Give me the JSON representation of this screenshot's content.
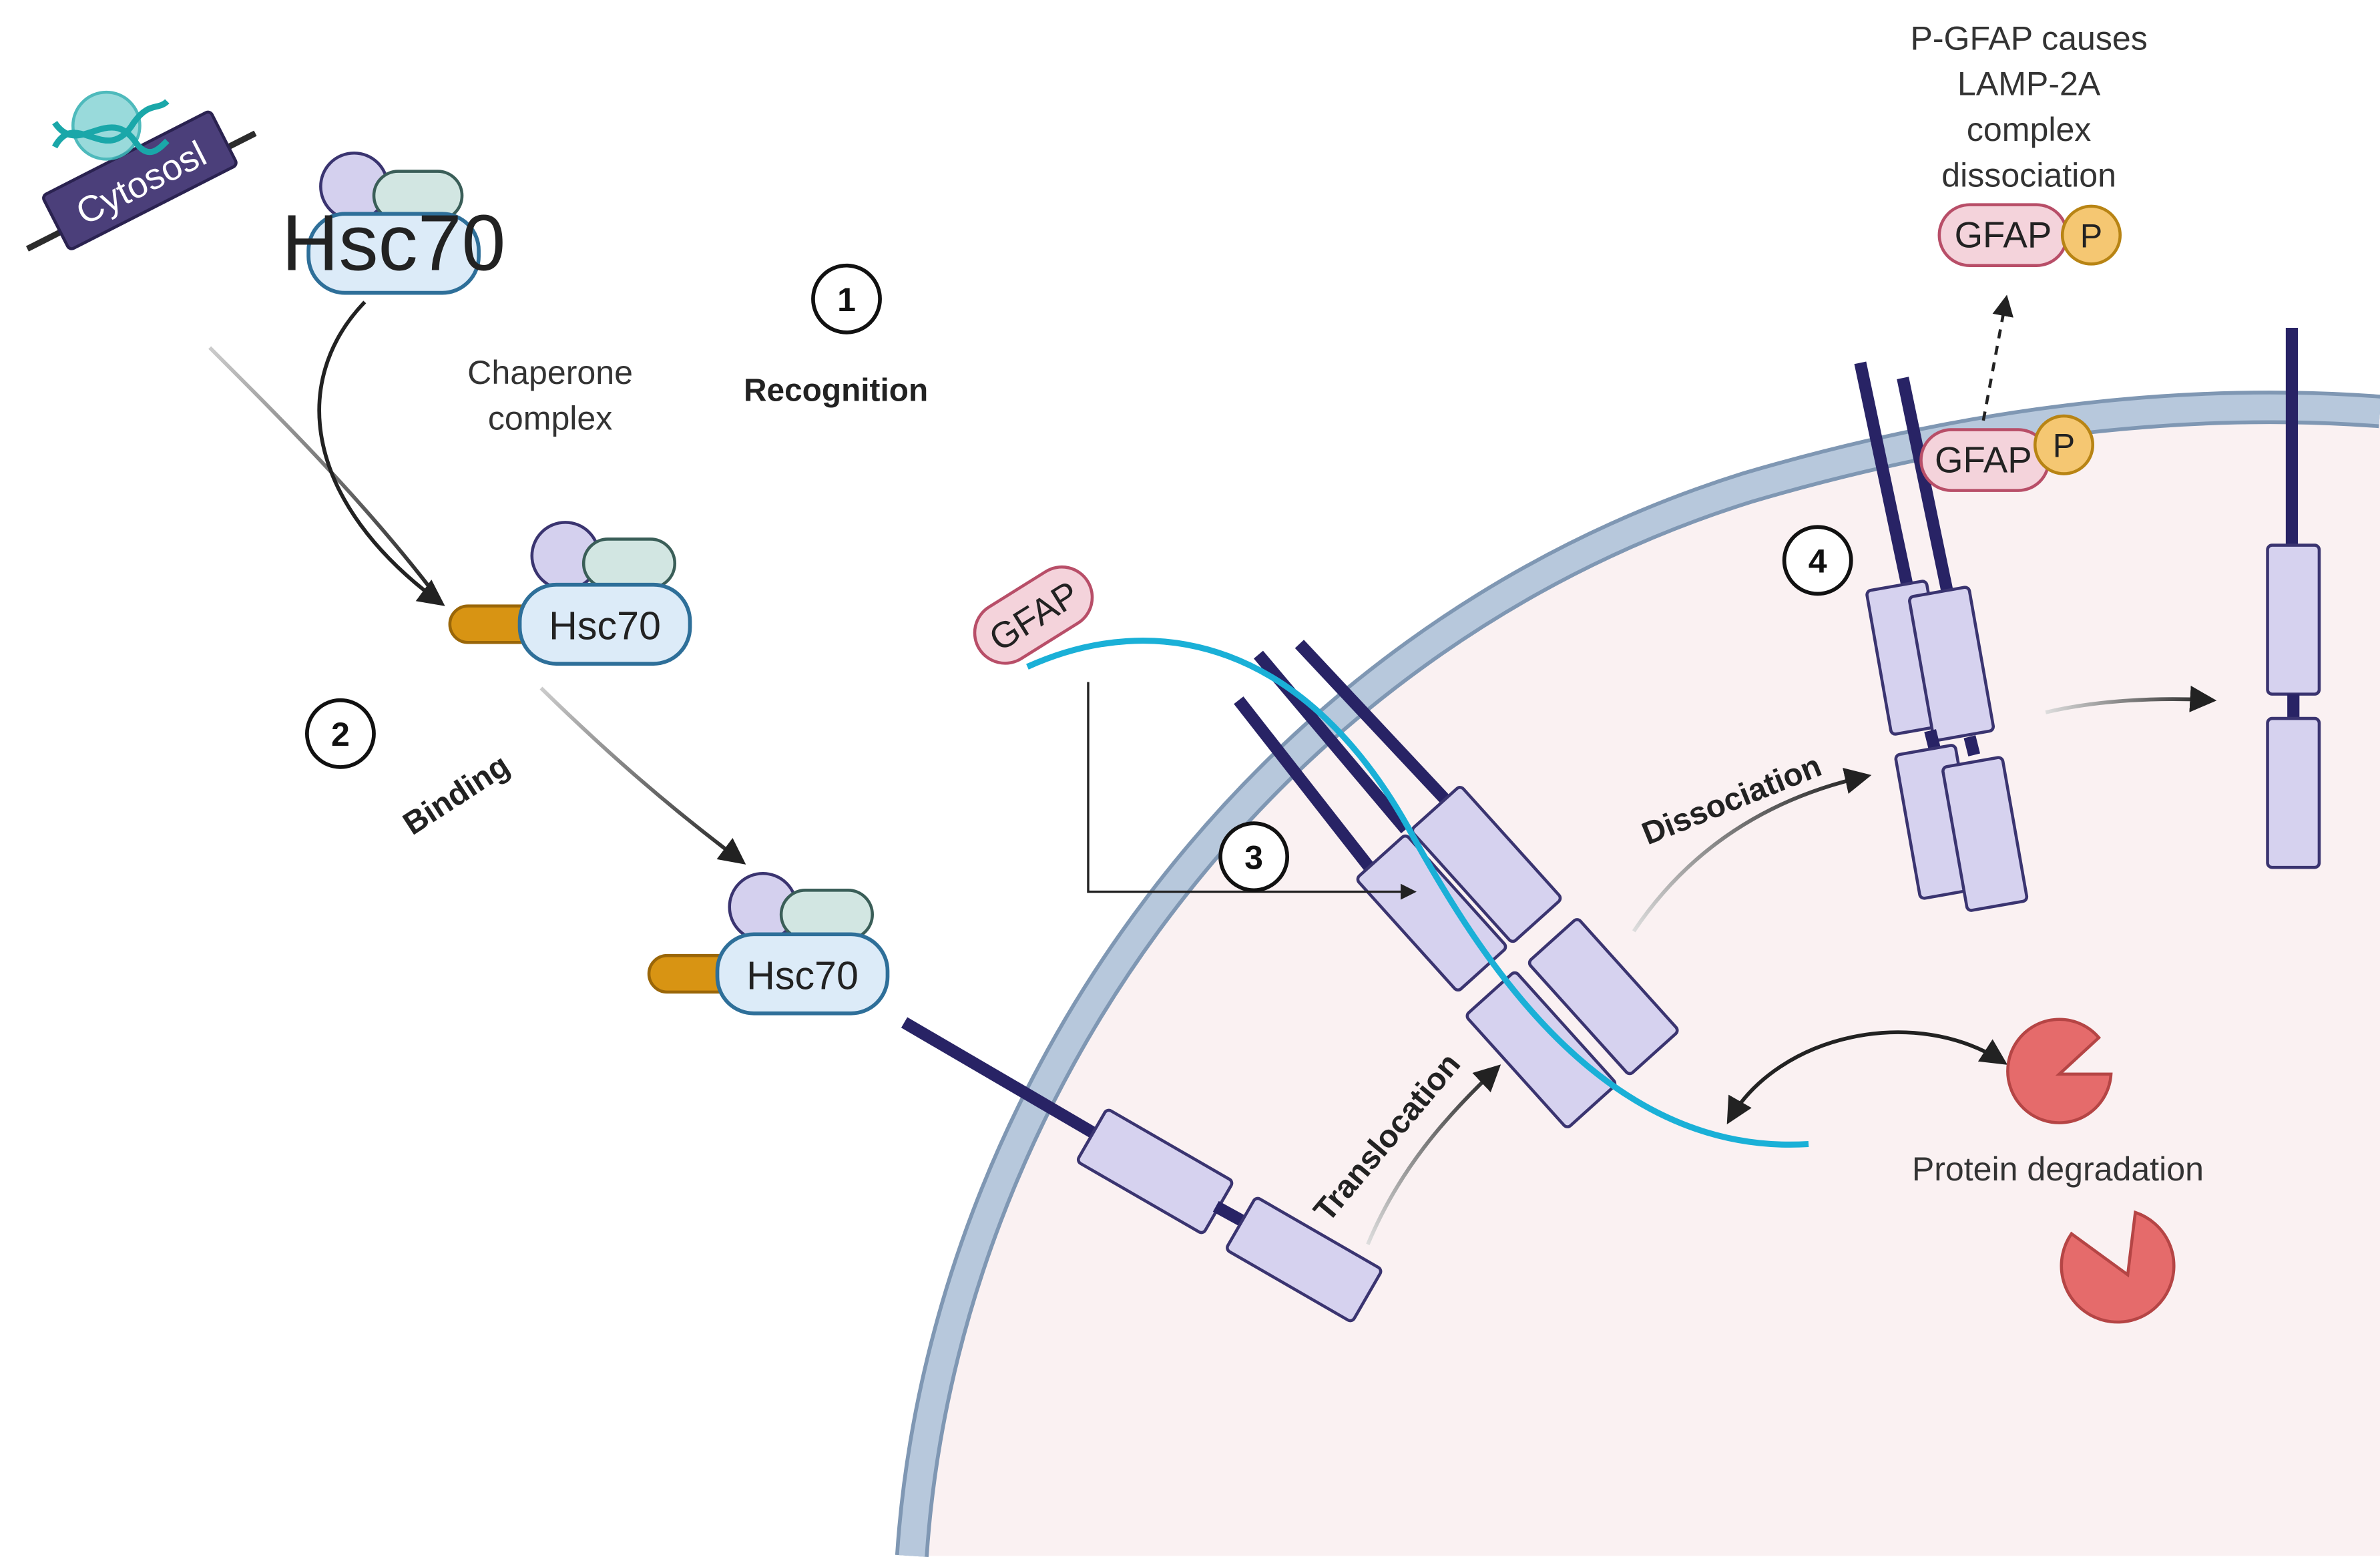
{
  "colors": {
    "membrane": "#a9bdd3",
    "membrane_edge": "#7f97b3",
    "lysosome_fill": "#faf1f2",
    "lamp_box": "#d6d2ef",
    "lamp_edge": "#3a3470",
    "lamp_tail": "#282365",
    "hsc70_fill": "#dcebf8",
    "hsc70_edge": "#2e6f99",
    "cochaperone_purple": "#d4d0ee",
    "cochaperone_green": "#d2e6e2",
    "substrate_orange": "#d89413",
    "gfap_fill": "#f4d3db",
    "gfap_edge": "#b84e68",
    "phospho_fill": "#f5c772",
    "substrate_strand": "#1ab0d7",
    "protease": "#e56b6b"
  },
  "icons": {
    "cytosol": "cytosol-dna-icon",
    "hsc70": "hsc70-chaperone-icon",
    "lamp2a": "lamp-2a-receptor-icon",
    "protease": "protease-pacman-icon"
  },
  "labels": {
    "cytosol": "Cytososl",
    "hsc70": "Hsc70",
    "chaperone_line1": "Chaperone",
    "chaperone_line2": "complex",
    "gfap": "GFAP",
    "phospho": "P",
    "pgfap_line1": "P-GFAP causes",
    "pgfap_line2": "LAMP-2A",
    "pgfap_line3": "complex",
    "pgfap_line4": "dissociation",
    "protein_degradation": "Protein degradation"
  },
  "steps": [
    {
      "number": "1",
      "label": "Recognition"
    },
    {
      "number": "2",
      "label": "Binding"
    },
    {
      "number": "3",
      "label": "Translocation"
    },
    {
      "number": "4",
      "label": "Dissociation"
    }
  ]
}
